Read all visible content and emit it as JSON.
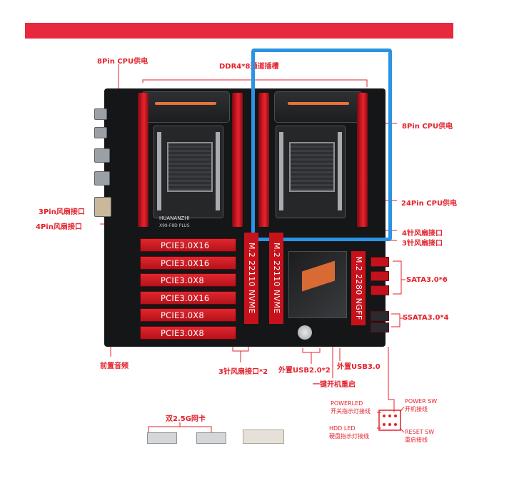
{
  "labels": {
    "cpu_power_top": "8Pin CPU供电",
    "ddr4": "DDR4*8通道插槽",
    "cpu_power_right": "8Pin CPU供电",
    "atx24": "24Pin CPU供电",
    "fan3_left": "3Pin风扇接口",
    "fan4_left": "4Pin风扇接口",
    "fan4_right": "4针风扇接口",
    "fan3_right": "3针风扇接口",
    "sata30": "SATA3.0*6",
    "ssata30": "SSATA3.0*4",
    "front_audio": "前置音频",
    "fan3_bottom": "3针风扇接口*2",
    "usb20": "外置USB2.0*2",
    "usb30": "外置USB3.0",
    "power_button": "一键开机重启",
    "dual_nic": "双2.5G网卡",
    "powerled": "POWERLED",
    "powerled_cn": "开关指示灯接线",
    "hddled": "HDD LED",
    "hddled_cn": "硬盘指示灯接线",
    "powersw": "POWER SW",
    "powersw_cn": "开机接线",
    "resetsw": "RESET SW",
    "resetsw_cn": "重启接线"
  },
  "board": {
    "brand": "HUANANZHI",
    "model": "X99-F8D PLUS",
    "pcie_slots": [
      "PCIE3.0X16",
      "PCIE3.0X16",
      "PCIE3.0X8",
      "PCIE3.0X16",
      "PCIE3.0X8",
      "PCIE3.0X8"
    ],
    "m2_slots": [
      "M.2 22110 NVME",
      "M.2 22110 NVME",
      "M.2 2280 NGFF"
    ]
  },
  "colors": {
    "accent": "#e3232d",
    "highlight": "#2a94e4",
    "board": "#151618"
  }
}
